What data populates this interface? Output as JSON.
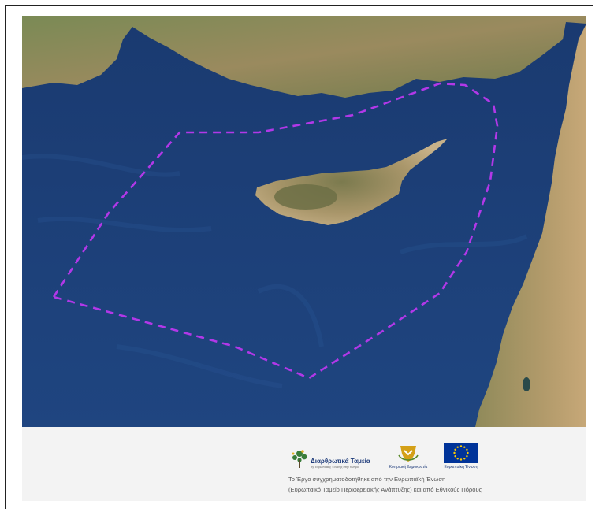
{
  "map": {
    "boundary_color": "#b238e8",
    "sea_color": "#1d3f78",
    "land_color": "#8a8052"
  },
  "footer": {
    "logos": [
      {
        "icon": "structural-funds-tree-icon",
        "label": "Διαρθρωτικά Ταμεία",
        "sublabel": "της Ευρωπαϊκής Ένωσης στην Κύπρο"
      },
      {
        "icon": "cyprus-emblem-icon",
        "label": "Κυπριακή Δημοκρατία"
      },
      {
        "icon": "eu-flag-icon",
        "label": "Ευρωπαϊκή Ένωση"
      }
    ],
    "funding_lines": [
      "Το Έργο συγχρηματοδοτήθηκε από την Ευρωπαϊκή Ένωση",
      "(Ευρωπαϊκό Ταμείο Περιφερειακής Ανάπτυξης) και από Εθνικούς Πόρους"
    ],
    "colors": {
      "eu_blue": "#003399",
      "eu_gold": "#ffcc00",
      "cyprus_copper": "#d4a017"
    }
  }
}
